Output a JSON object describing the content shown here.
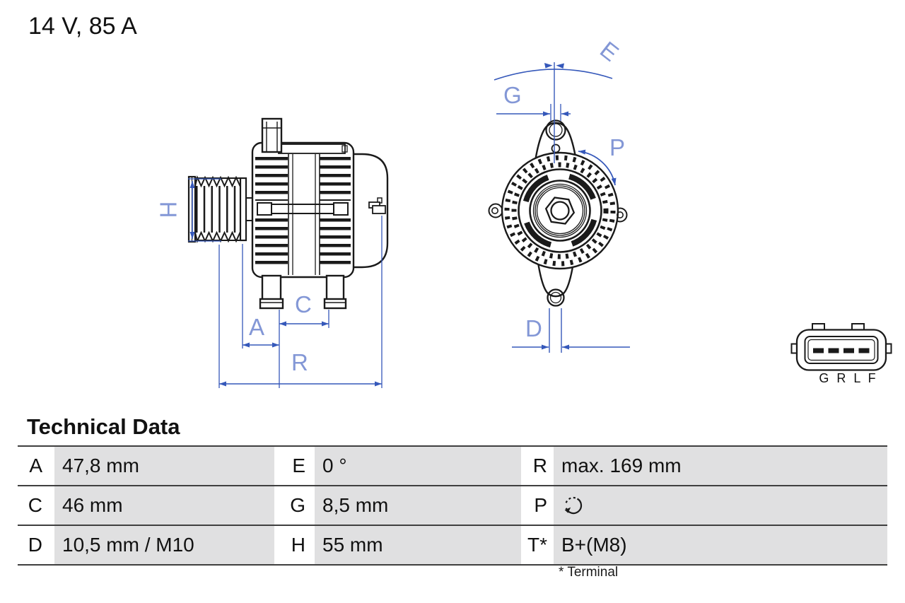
{
  "header": {
    "title": "14 V, 85 A"
  },
  "diagram": {
    "side_view": {
      "description": "alternator side view technical drawing",
      "labels": {
        "H": "H",
        "A": "A",
        "C": "C",
        "R": "R"
      }
    },
    "front_view": {
      "description": "alternator front view technical drawing",
      "labels": {
        "E": "E",
        "G": "G",
        "P": "P",
        "D": "D"
      }
    },
    "connector": {
      "description": "4-pin plug connector drawing",
      "pins_label": "G R L F"
    }
  },
  "technical_data": {
    "heading": "Technical Data",
    "rows": [
      [
        {
          "key": "A",
          "value": "47,8 mm"
        },
        {
          "key": "E",
          "value": "0 °"
        },
        {
          "key": "R",
          "value": "max. 169 mm"
        }
      ],
      [
        {
          "key": "C",
          "value": "46 mm"
        },
        {
          "key": "G",
          "value": "8,5 mm"
        },
        {
          "key": "P",
          "value": "",
          "value_icon": "rotation-clockwise-icon"
        }
      ],
      [
        {
          "key": "D",
          "value": "10,5 mm / M10"
        },
        {
          "key": "H",
          "value": "55 mm"
        },
        {
          "key": "T*",
          "value": "B+(M8)"
        }
      ]
    ],
    "footnote": "* Terminal"
  },
  "colors": {
    "dimension_line": "#3558ba",
    "dimension_label": "#8397d6",
    "drawing_line": "#1a1a1a",
    "table_value_bg": "#e0e0e1",
    "table_rule": "#3f3f3f",
    "background": "#ffffff"
  }
}
